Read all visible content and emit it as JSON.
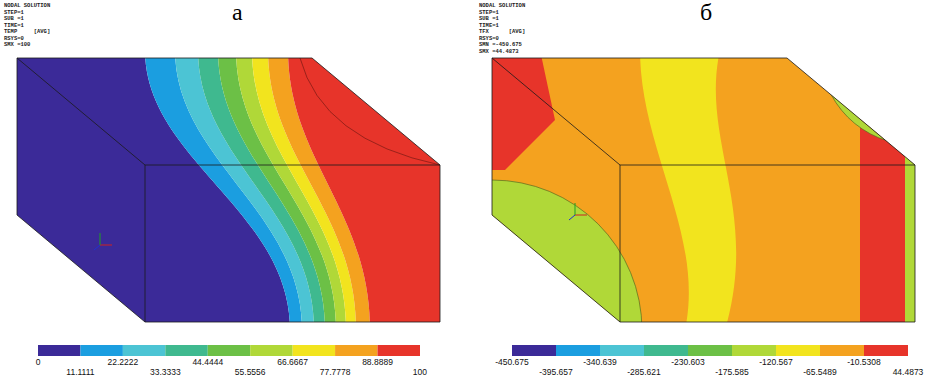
{
  "diagram": {
    "labels": [
      "а",
      "NODAL SOLUTION",
      "STEP=1",
      "SUB =1",
      "TIME=1",
      "TEMP     [AVG]",
      "RSYS=0",
      "SMX =100",
      "0",
      "11.1111",
      "22.2222",
      "33.3333",
      "44.4444",
      "55.5556",
      "66.6667",
      "77.7778",
      "88.8889",
      "100",
      "б",
      "NODAL SOLUTION",
      "STEP=1",
      "SUB =1",
      "TIME=1",
      "TFX      [AVG]",
      "RSYS=0",
      "SMN =-450.675",
      "SMX =44.4873",
      "-450.675",
      "-395.657",
      "-340.639",
      "-285.621",
      "-230.603",
      "-175.585",
      "-120.567",
      "-65.5489",
      "-10.5308",
      "44.4873"
    ]
  }
}
